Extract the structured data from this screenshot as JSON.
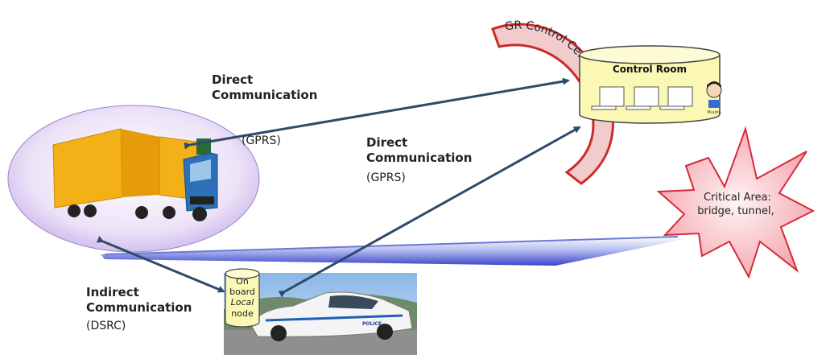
{
  "labels": {
    "direct_comm_top_line1": "Direct",
    "direct_comm_top_line2": "Communication",
    "gprs_top": "(GPRS)",
    "direct_comm_mid_line1": "Direct",
    "direct_comm_mid_line2": "Communication",
    "gprs_mid": "(GPRS)",
    "indirect_line1": "Indirect",
    "indirect_line2": "Communication",
    "dsrc": "(DSRC)"
  },
  "control_room": {
    "title": "Control Room",
    "badge": "Muutin"
  },
  "portal": {
    "text": "GR Control Center Portal"
  },
  "critical_area": {
    "line1": "Critical Area:",
    "line2": "bridge, tunnel,"
  },
  "onboard_node": {
    "line1": "On",
    "line2": "board",
    "line3": "Local",
    "line4": "node"
  },
  "police_car": {
    "decal": "POLICE"
  },
  "colors": {
    "arrow": "#2f4a6a",
    "ellipse_fill": "#d8c8ee",
    "cylinder_fill": "#fbf7b4",
    "portal_fill": "#f2cccc",
    "portal_stroke": "#cc2a2a",
    "critical_fill": "#f6b2b8",
    "critical_stroke": "#d72a38"
  }
}
